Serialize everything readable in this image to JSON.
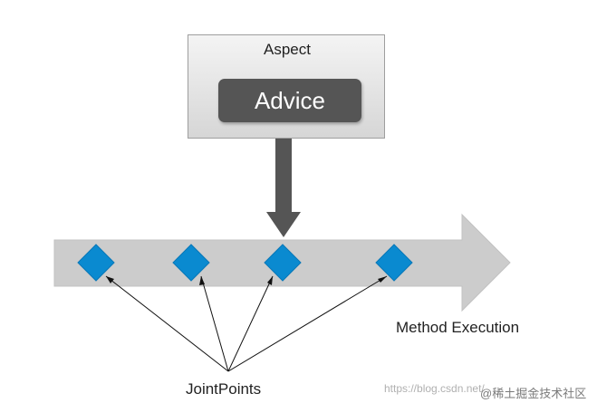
{
  "diagram": {
    "aspect_label": "Aspect",
    "advice_label": "Advice",
    "flow_label": "Method Execution",
    "joinpoints_label": "JointPoints",
    "joinpoint_count": 4
  },
  "watermarks": {
    "url": "https://blog.csdn.net/",
    "brand": "@稀土掘金技术社区"
  },
  "colors": {
    "joinpoint": "#0a8ad0",
    "flow_arrow": "#cccccc",
    "advice_box": "#555555",
    "down_arrow": "#555555"
  }
}
